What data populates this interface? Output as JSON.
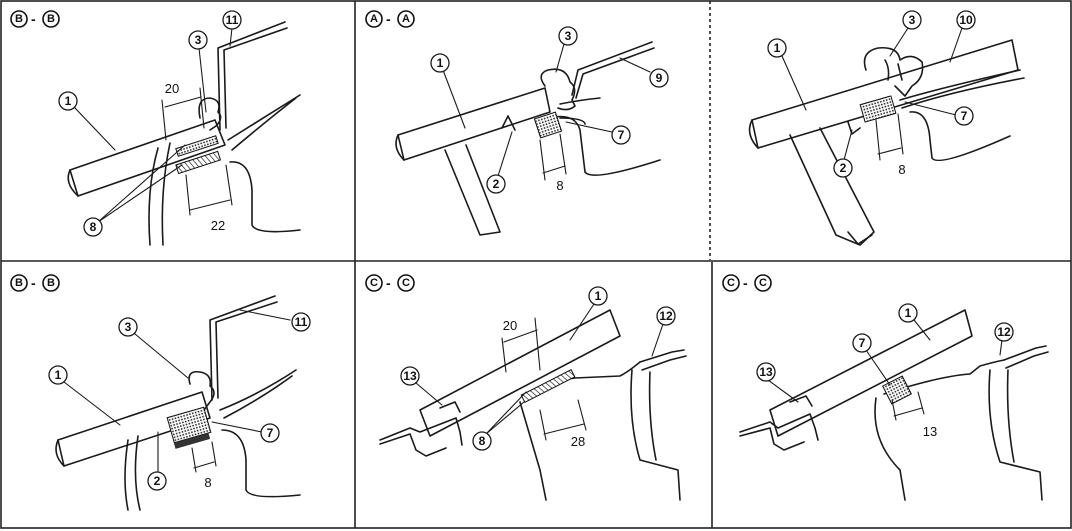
{
  "panels": [
    {
      "id": "p1",
      "section": [
        "B",
        "B"
      ],
      "callouts": [
        "1",
        "3",
        "11",
        "8"
      ],
      "dims": [
        "20",
        "22"
      ]
    },
    {
      "id": "p2",
      "section": [
        "A",
        "A"
      ],
      "callouts": [
        "1",
        "3",
        "9",
        "7",
        "2"
      ],
      "dims": [
        "8"
      ]
    },
    {
      "id": "p3",
      "section": [],
      "callouts": [
        "1",
        "3",
        "10",
        "7",
        "2"
      ],
      "dims": [
        "8"
      ]
    },
    {
      "id": "p4",
      "section": [
        "B",
        "B"
      ],
      "callouts": [
        "1",
        "3",
        "11",
        "7",
        "2"
      ],
      "dims": [
        "8"
      ]
    },
    {
      "id": "p5",
      "section": [
        "C",
        "C"
      ],
      "callouts": [
        "1",
        "12",
        "13",
        "8"
      ],
      "dims": [
        "20",
        "28"
      ]
    },
    {
      "id": "p6",
      "section": [
        "C",
        "C"
      ],
      "callouts": [
        "1",
        "12",
        "13",
        "7"
      ],
      "dims": [
        "13"
      ]
    }
  ],
  "dash": "-",
  "colors": {
    "line": "#1a1a1a",
    "background": "#ffffff",
    "tape_fill": "#555555"
  }
}
